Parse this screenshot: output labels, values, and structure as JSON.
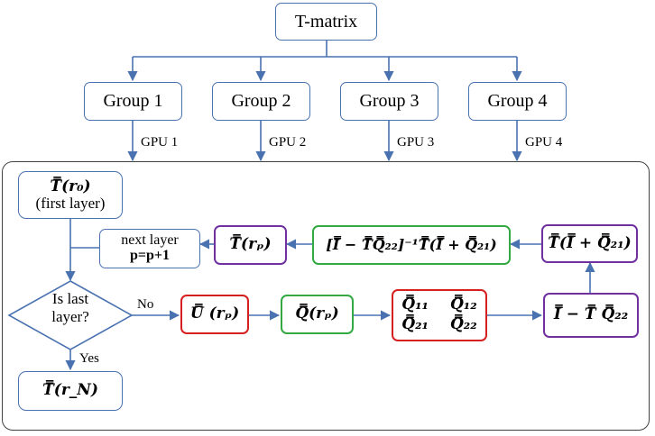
{
  "root": {
    "label": "T-matrix"
  },
  "groups": [
    {
      "label": "Group 1",
      "gpu": "GPU 1"
    },
    {
      "label": "Group 2",
      "gpu": "GPU 2"
    },
    {
      "label": "Group 3",
      "gpu": "GPU 3"
    },
    {
      "label": "Group 4",
      "gpu": "GPU 4"
    }
  ],
  "flow": {
    "start": {
      "expr": "T̿(r₀)",
      "note": "(first layer)"
    },
    "next_layer": {
      "line1": "next layer",
      "line2": "p=p+1"
    },
    "t_rp": "T̿(rₚ)",
    "update": "[I̿ − T̿Q̿₂₂]⁻¹T̿(I̿ + Q̿₂₁)",
    "t_iq21": "T̿(I̿ + Q̿₂₁)",
    "decision": {
      "line1": "Is last",
      "line2": "layer?"
    },
    "no_label": "No",
    "yes_label": "Yes",
    "u_rp": "U̿ (rₚ)",
    "q_rp": "Q̿(rₚ)",
    "q_matrix": [
      "Q̿₁₁",
      "Q̿₁₂",
      "Q̿₂₁",
      "Q̿₂₂"
    ],
    "i_tq22": "I̿ − T̿ Q̿₂₂",
    "t_rn": "T̿(r_N)"
  },
  "colors": {
    "connector": "#4a72b0",
    "blue_box": "#4a72b0",
    "purple_box": "#7030a0",
    "green_box": "#33a843",
    "red_box": "#d62020"
  }
}
